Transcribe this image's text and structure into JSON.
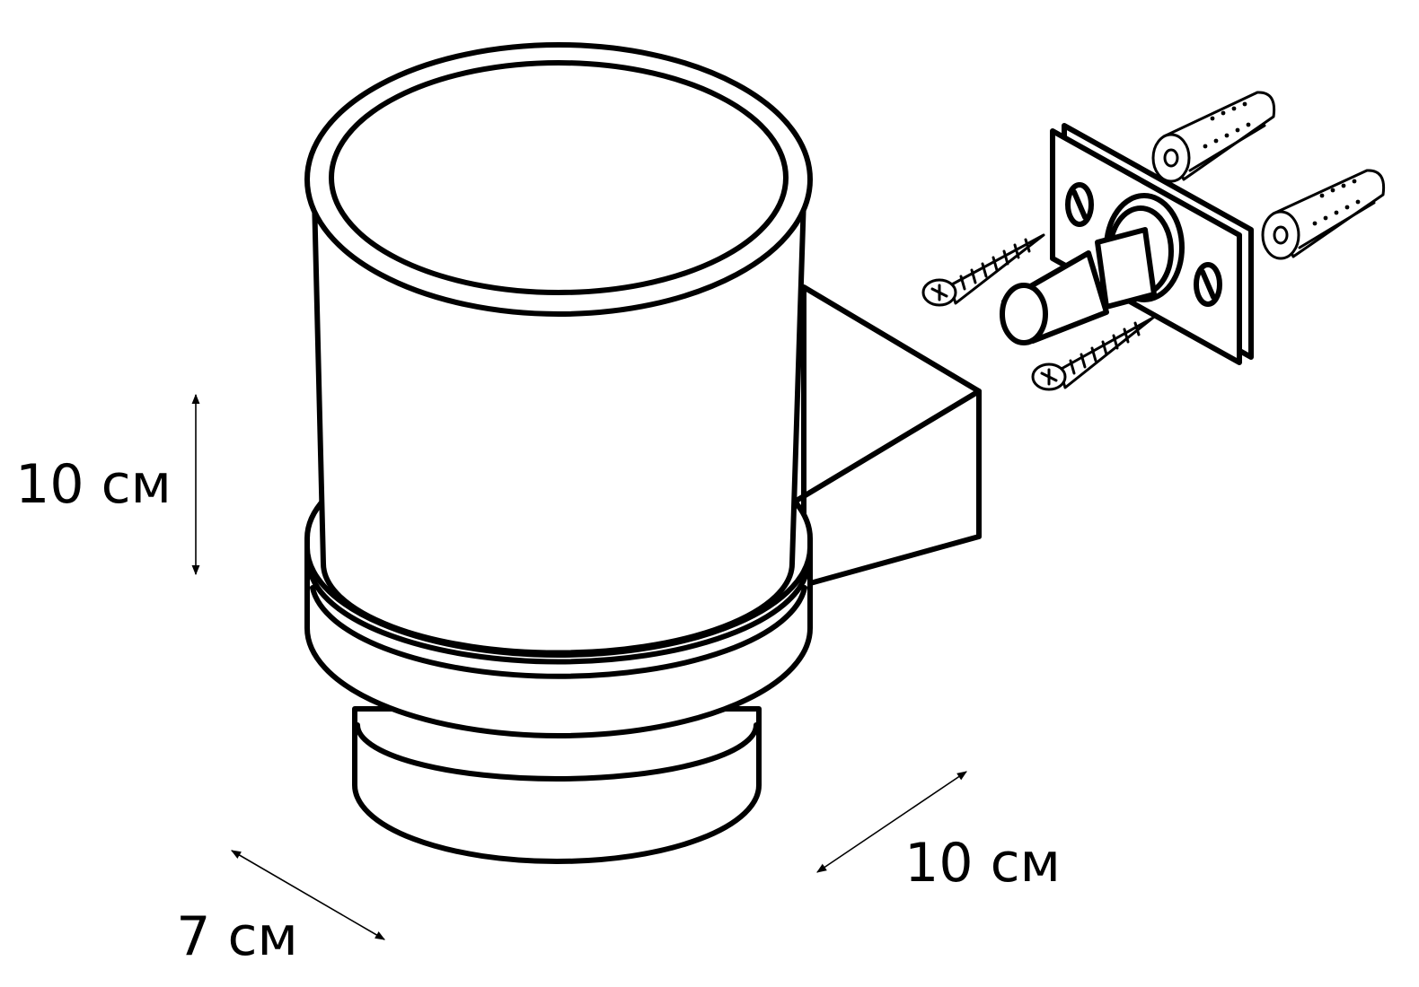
{
  "dimensions": {
    "height_label": "10 см",
    "depth_label": "10 см",
    "width_label": "7 см"
  }
}
